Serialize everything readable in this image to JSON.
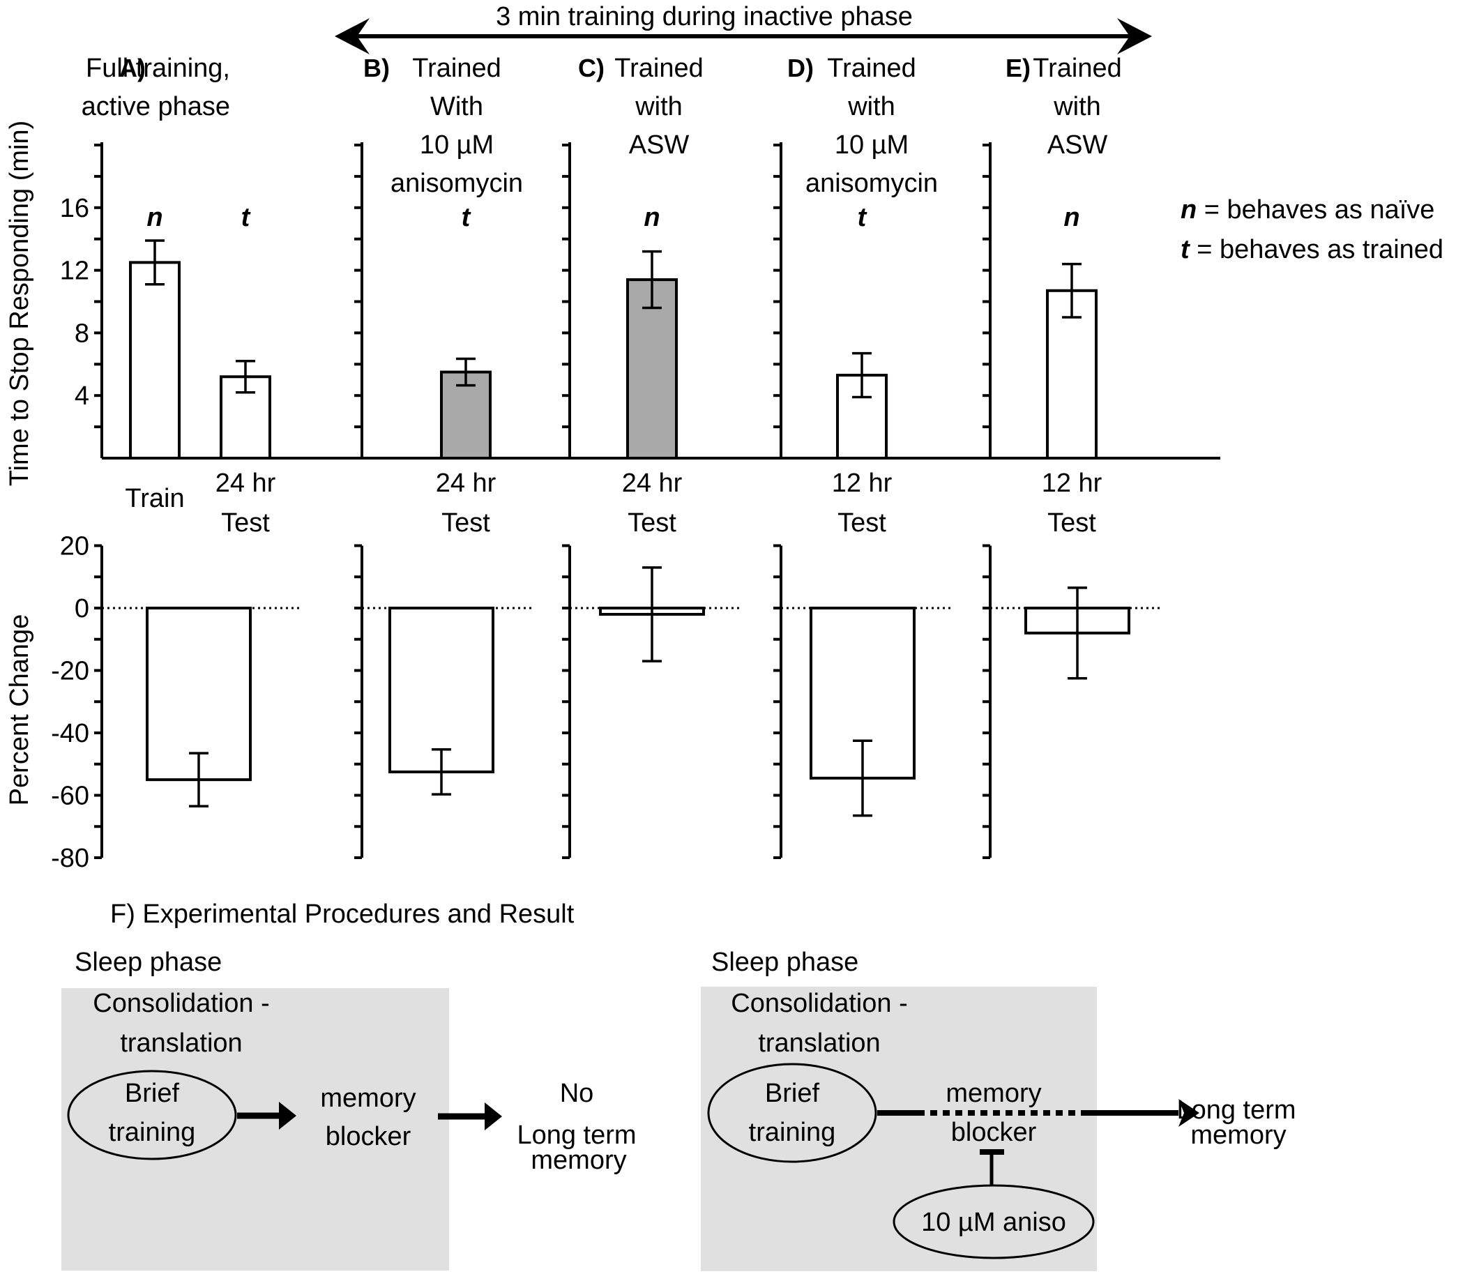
{
  "header": {
    "arrow_label": "3 min training during inactive phase"
  },
  "legend": {
    "n_symbol": "n",
    "n_text": " = behaves as naïve",
    "t_symbol": "t",
    "t_text": " = behaves as trained"
  },
  "axes": {
    "top_ylabel": "Time to Stop Responding (min)",
    "bottom_ylabel": "Percent Change"
  },
  "chart_data": [
    {
      "type": "bar",
      "title": "Time to stop responding",
      "ylabel": "Time to Stop Responding (min)",
      "ylim": [
        0,
        20
      ],
      "yticks": [
        4,
        8,
        12,
        16
      ],
      "panels": [
        {
          "id": "A",
          "letter": "A)",
          "title_lines": [
            "Full training,",
            "active phase"
          ],
          "bars": [
            {
              "category": "Train",
              "cat_lines": [
                "Train"
              ],
              "value": 12.5,
              "err": 1.4,
              "fill": "#ffffff",
              "mark": "n"
            },
            {
              "category": "24 hr Test",
              "cat_lines": [
                "24 hr",
                "Test"
              ],
              "value": 5.2,
              "err": 1.0,
              "fill": "#ffffff",
              "mark": "t"
            }
          ]
        },
        {
          "id": "B",
          "letter": "B)",
          "title_lines": [
            "Trained",
            "With",
            "10 µM",
            "anisomycin"
          ],
          "bars": [
            {
              "category": "24 hr Test",
              "cat_lines": [
                "24 hr",
                "Test"
              ],
              "value": 5.5,
              "err": 0.85,
              "fill": "#a9a9a9",
              "mark": "t"
            }
          ]
        },
        {
          "id": "C",
          "letter": "C)",
          "title_lines": [
            "Trained",
            "with",
            "ASW"
          ],
          "bars": [
            {
              "category": "24 hr Test",
              "cat_lines": [
                "24 hr",
                "Test"
              ],
              "value": 11.4,
              "err": 1.8,
              "fill": "#a9a9a9",
              "mark": "n"
            }
          ]
        },
        {
          "id": "D",
          "letter": "D)",
          "title_lines": [
            "Trained",
            "with",
            "10 µM",
            "anisomycin"
          ],
          "bars": [
            {
              "category": "12 hr Test",
              "cat_lines": [
                "12 hr",
                "Test"
              ],
              "value": 5.3,
              "err": 1.4,
              "fill": "#ffffff",
              "mark": "t"
            }
          ]
        },
        {
          "id": "E",
          "letter": "E)",
          "title_lines": [
            "Trained",
            "with",
            "ASW"
          ],
          "bars": [
            {
              "category": "12 hr Test",
              "cat_lines": [
                "12 hr",
                "Test"
              ],
              "value": 10.7,
              "err": 1.7,
              "fill": "#ffffff",
              "mark": "n"
            }
          ]
        }
      ]
    },
    {
      "type": "bar",
      "title": "Percent change",
      "ylabel": "Percent Change",
      "ylim": [
        -80,
        20
      ],
      "yticks": [
        20,
        0,
        -20,
        -40,
        -60,
        -80
      ],
      "panels": [
        {
          "id": "A",
          "value": -55,
          "err": 8.5
        },
        {
          "id": "B",
          "value": -52.5,
          "err": 7.2
        },
        {
          "id": "C",
          "value": -2,
          "err": 15
        },
        {
          "id": "D",
          "value": -54.5,
          "err": 12
        },
        {
          "id": "E",
          "value": -8,
          "err": 14.5
        }
      ]
    }
  ],
  "diagram": {
    "title": "F) Experimental Procedures and Result",
    "left": {
      "phase": "Sleep phase",
      "box_lines": [
        "Consolidation -",
        "translation"
      ],
      "node1": [
        "Brief",
        "training"
      ],
      "node2": [
        "memory",
        "blocker"
      ],
      "result": [
        "No",
        "Long term",
        "memory"
      ]
    },
    "right": {
      "phase": "Sleep phase",
      "box_lines": [
        "Consolidation -",
        "translation"
      ],
      "node1": [
        "Brief",
        "training"
      ],
      "node2": [
        "memory",
        "blocker"
      ],
      "inhibitor": "10 µM aniso",
      "result": [
        "Long term",
        "memory"
      ]
    }
  }
}
